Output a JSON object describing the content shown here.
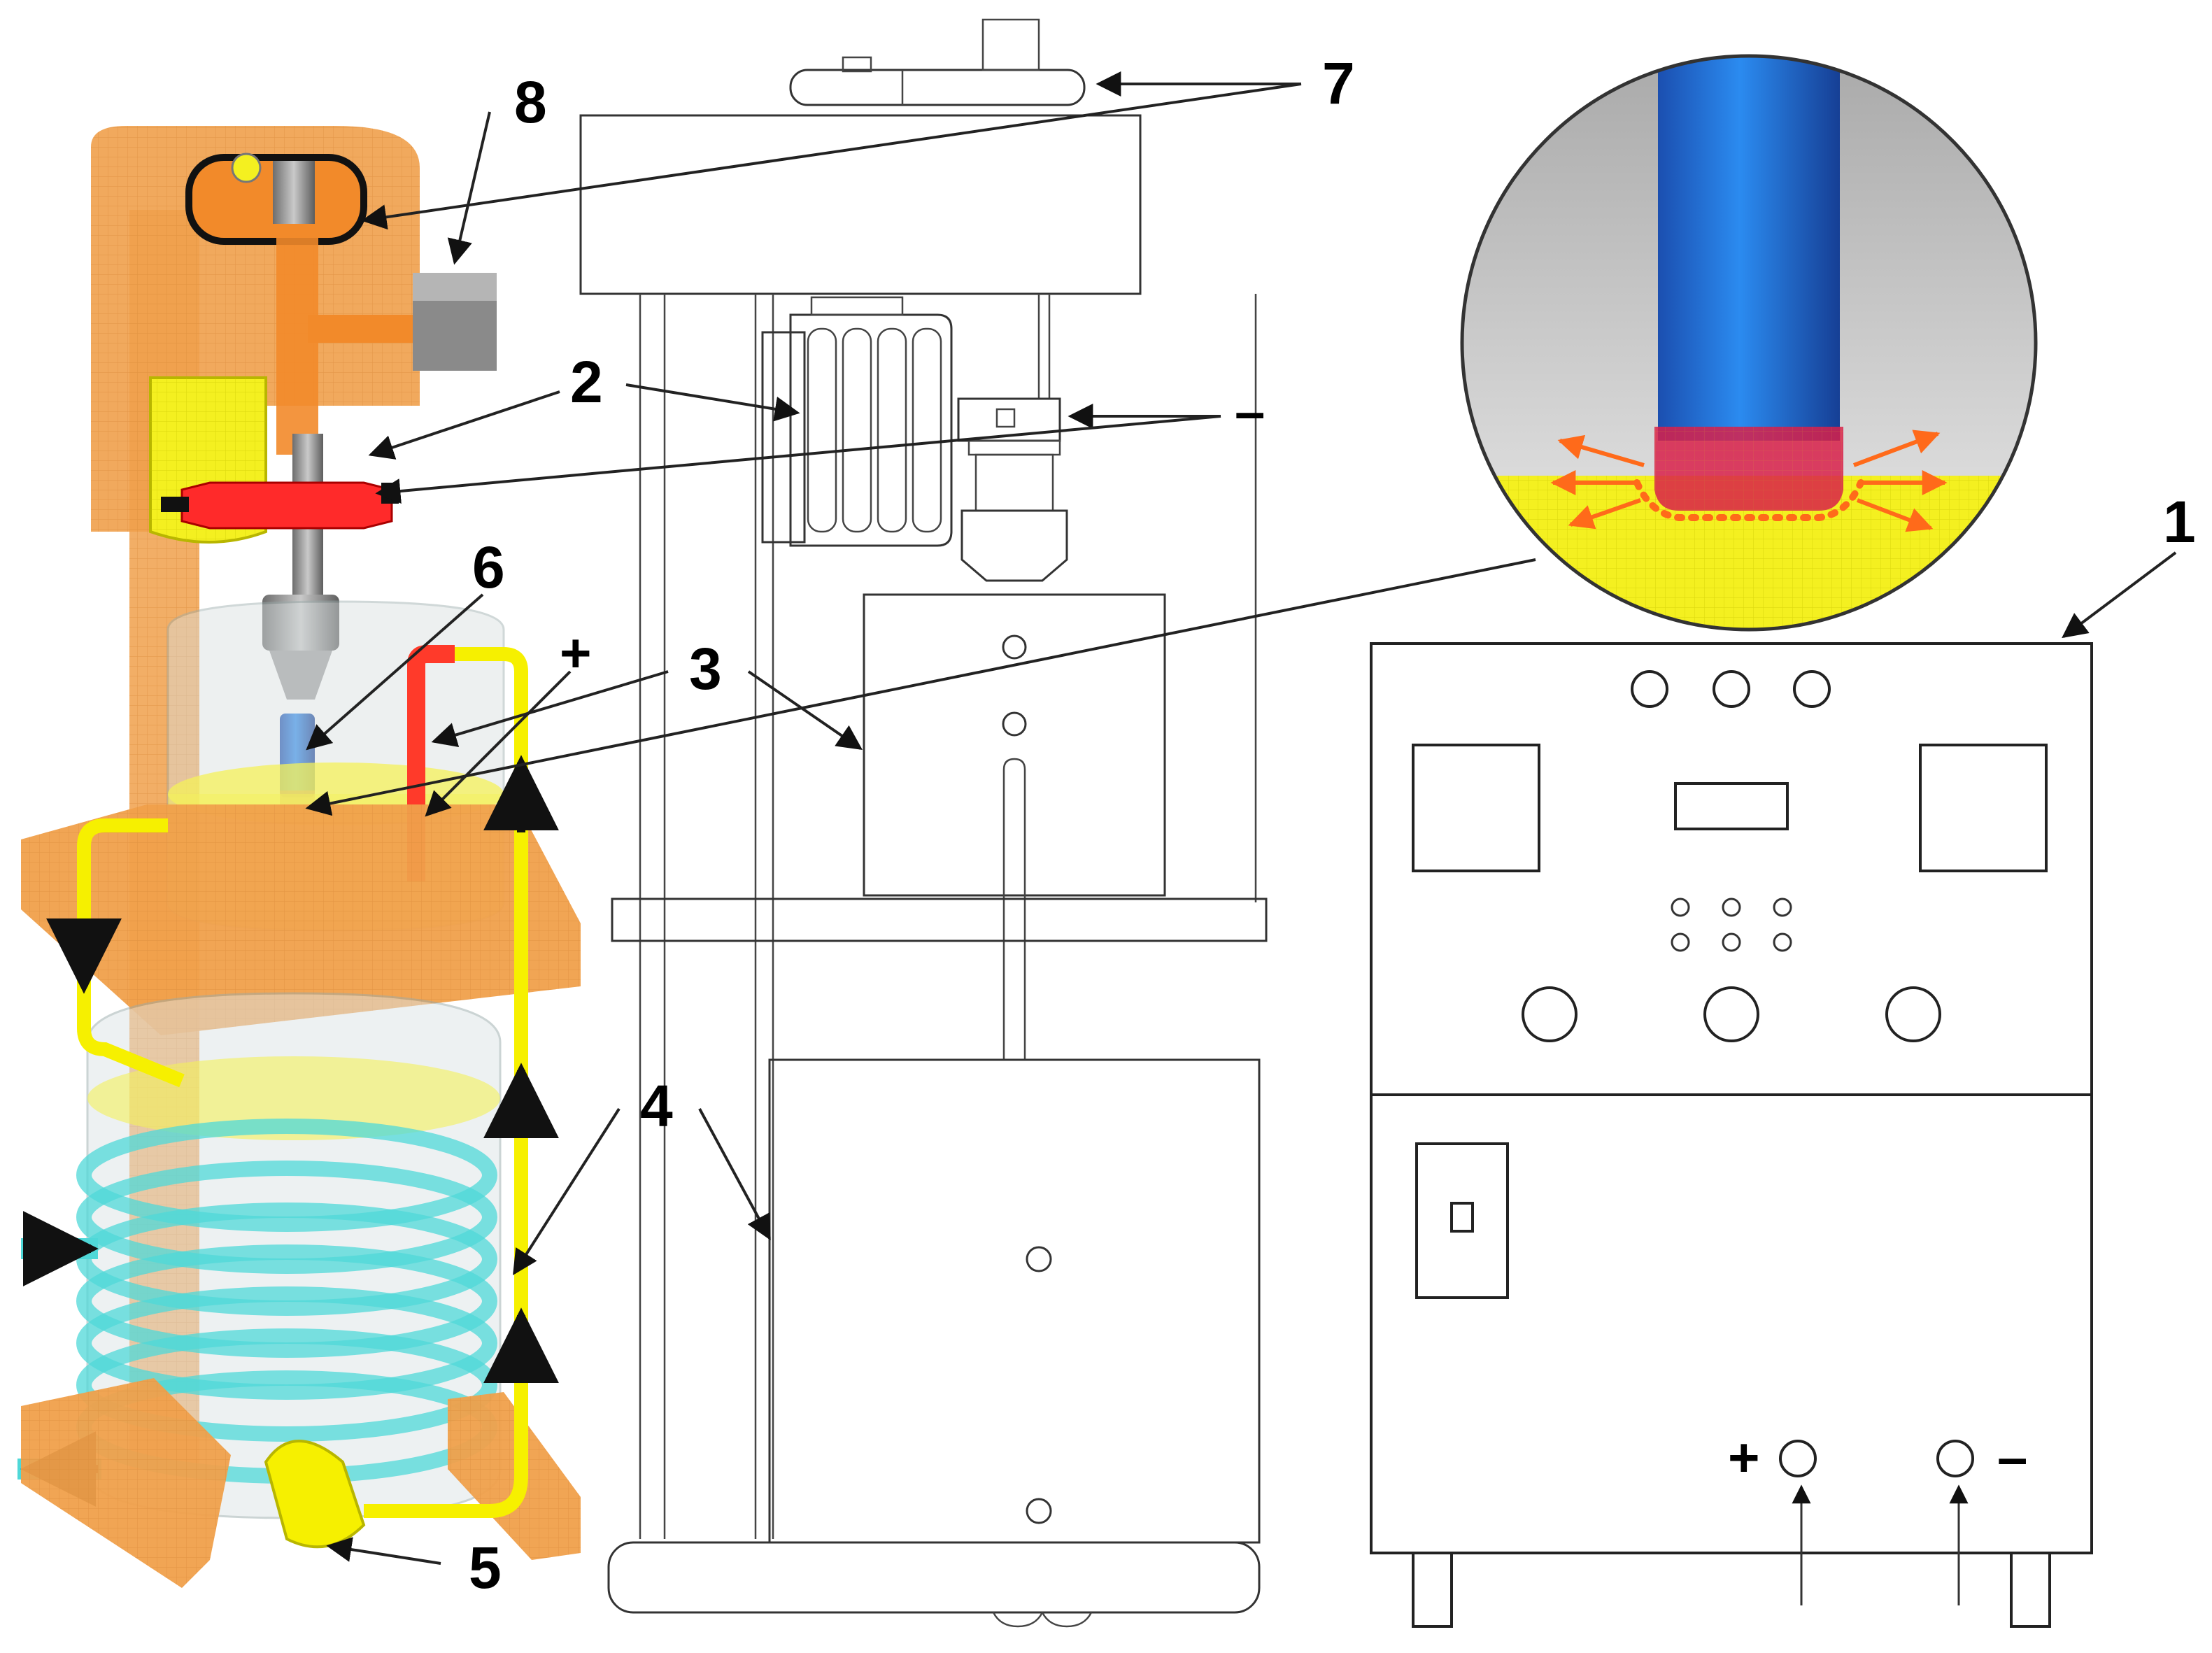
{
  "callouts": {
    "c1": "1",
    "c2": "2",
    "c3": "3",
    "c4": "4",
    "c5": "5",
    "c6": "6",
    "c7": "7",
    "c8": "8",
    "plus_left": "+",
    "minus_mid": "–",
    "plus_psu": "+",
    "minus_psu": "–"
  },
  "colors": {
    "frame_orange": "#f0a04b",
    "motor_yellow": "#f4f020",
    "clamp_red": "#ff2a2a",
    "electrode_blue": "#1f6fd6",
    "coolant_cyan": "#4fd8d8",
    "pipe_yellow": "#f6f000",
    "bath_yellow": "#f4f25a"
  },
  "icons": {
    "arrowhead": "arrowhead-icon",
    "spark_arrow": "spark-arrow-icon"
  }
}
